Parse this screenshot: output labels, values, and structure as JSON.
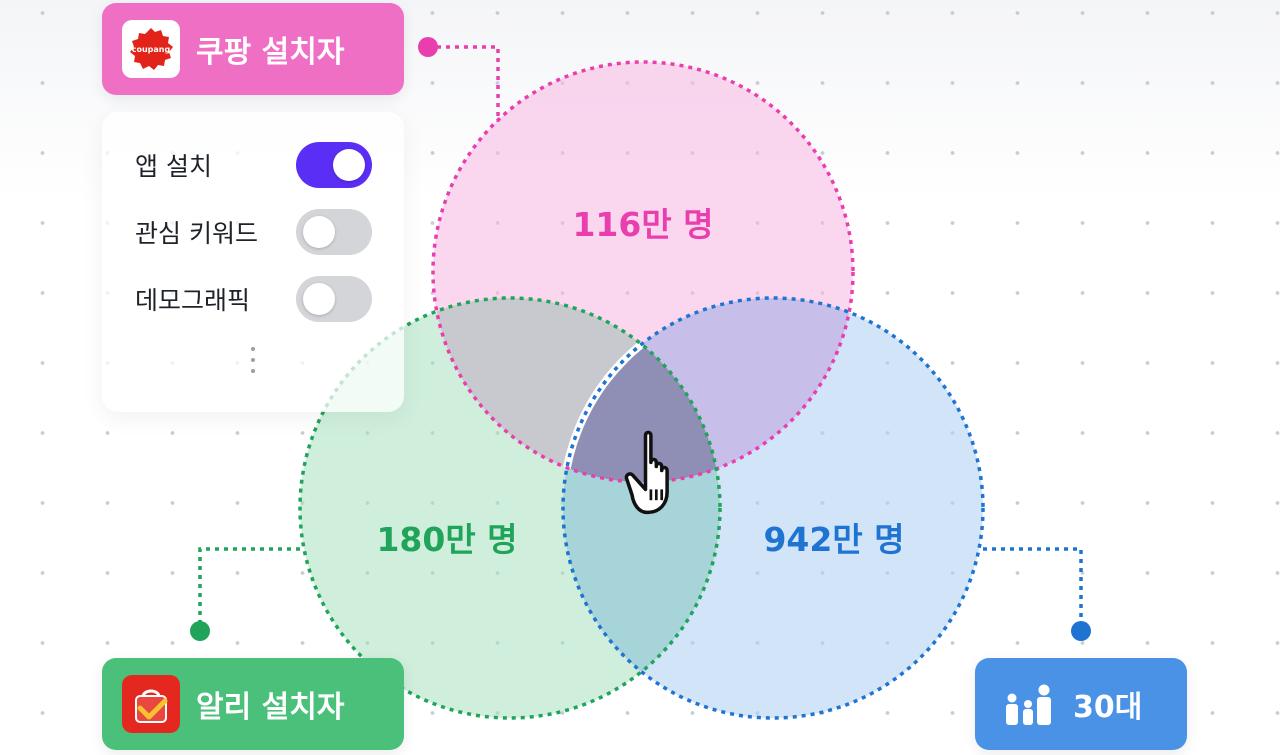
{
  "colors": {
    "pink": "#e93fae",
    "green": "#1fa45a",
    "blue": "#1f73d1",
    "toggle_on": "#5b2ef5",
    "toggle_off": "#d4d5d9"
  },
  "circles": [
    {
      "id": "coupang",
      "value_label": "116만 명",
      "color": "#e93fae",
      "fill": "#f7b6e2"
    },
    {
      "id": "ali",
      "value_label": "180만 명",
      "color": "#1fa45a",
      "fill": "#a8e2bf"
    },
    {
      "id": "age",
      "value_label": "942만 명",
      "color": "#1f73d1",
      "fill": "#b3d2f4"
    }
  ],
  "tags": {
    "coupang": {
      "label": "쿠팡 설치자",
      "icon": "coupang-app-icon",
      "icon_text": "coupang",
      "bg": "#ef6fc4"
    },
    "ali": {
      "label": "알리 설치자",
      "icon": "aliexpress-app-icon",
      "bg": "#4bc07b"
    },
    "age": {
      "label": "30대",
      "icon": "family-icon",
      "bg": "#4a92e6"
    }
  },
  "panel": {
    "options": [
      {
        "label": "앱 설치",
        "on": true
      },
      {
        "label": "관심 키워드",
        "on": false
      },
      {
        "label": "데모그래픽",
        "on": false
      }
    ],
    "more_icon": "more-vertical-icon"
  },
  "cursor_icon": "hand-pointer-icon"
}
